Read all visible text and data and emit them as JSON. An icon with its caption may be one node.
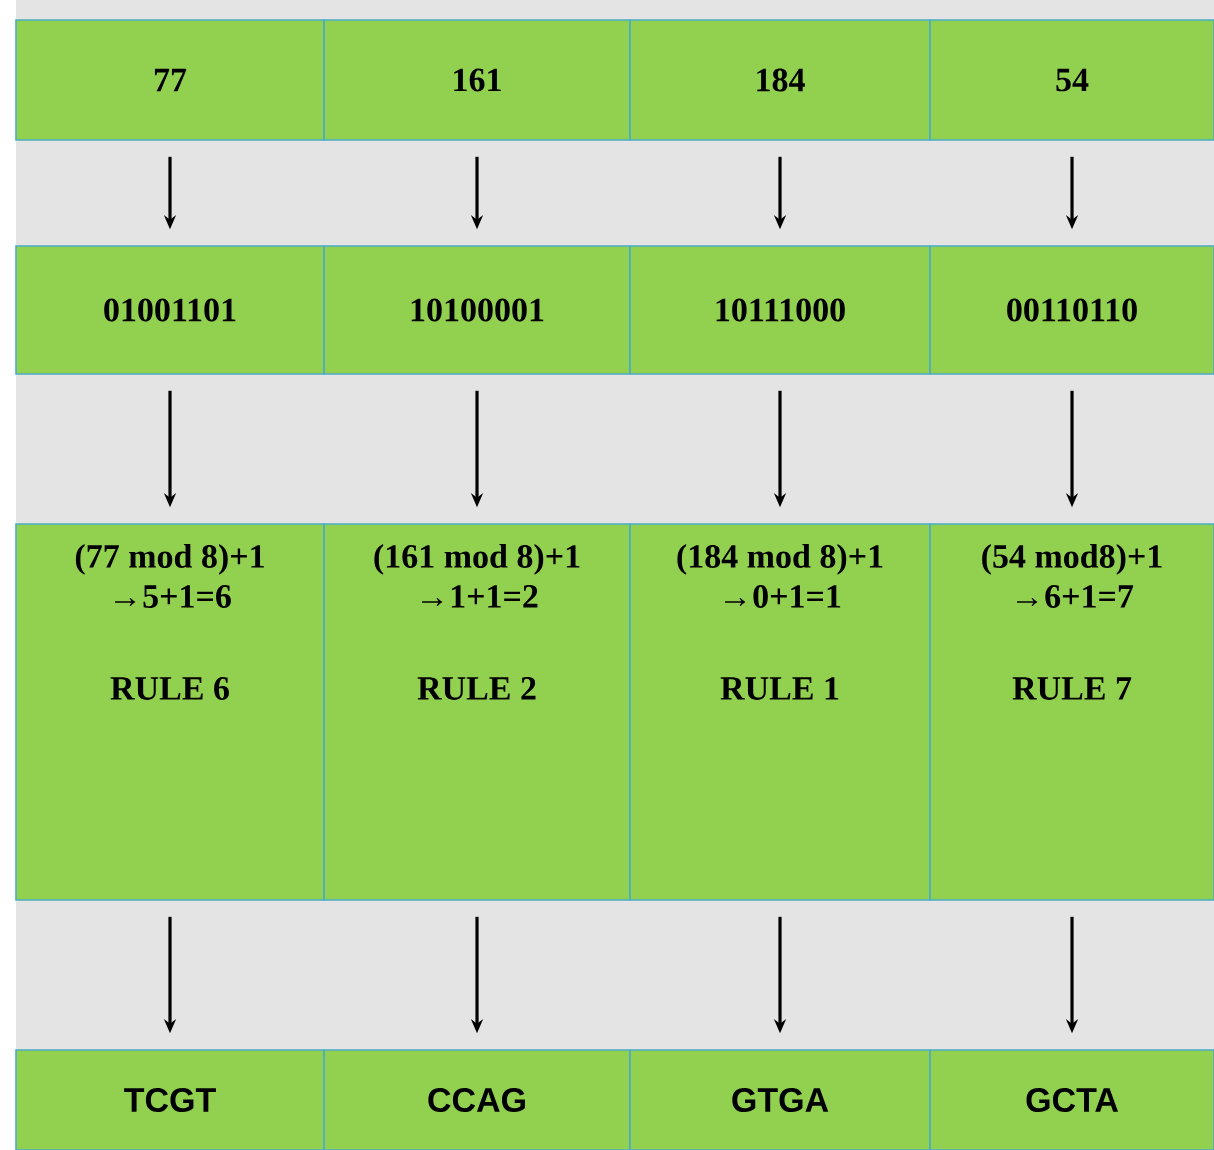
{
  "diagram": {
    "nodes": [
      {
        "text": [
          "77"
        ]
      },
      {
        "text": [
          "161"
        ]
      },
      {
        "text": [
          "184"
        ]
      },
      {
        "text": [
          "54"
        ]
      },
      {
        "text": [
          "01001101"
        ]
      },
      {
        "text": [
          "10100001"
        ]
      },
      {
        "text": [
          "10111000"
        ]
      },
      {
        "text": [
          "00110110"
        ]
      },
      {
        "text": [
          "(77 mod 8)+1 →5+1=6",
          "RULE 6"
        ]
      },
      {
        "text": [
          "(161 mod 8)+1 →1+1=2",
          "RULE 2"
        ]
      },
      {
        "text": [
          "(184 mod 8)+1 →0+1=1",
          "RULE 1"
        ]
      },
      {
        "text": [
          "(54 mod8)+1 →6+1=7",
          "RULE 7"
        ]
      },
      {
        "text": [
          "TCGT"
        ]
      },
      {
        "text": [
          "CCAG"
        ]
      },
      {
        "text": [
          "GTGA"
        ]
      },
      {
        "text": [
          "GCTA"
        ]
      }
    ],
    "edges": [
      {
        "from": 0,
        "to": 4,
        "arrow": "to"
      },
      {
        "from": 1,
        "to": 5,
        "arrow": "to"
      },
      {
        "from": 2,
        "to": 6,
        "arrow": "to"
      },
      {
        "from": 3,
        "to": 7,
        "arrow": "to"
      },
      {
        "from": 4,
        "to": 8,
        "arrow": "to"
      },
      {
        "from": 5,
        "to": 9,
        "arrow": "to"
      },
      {
        "from": 6,
        "to": 10,
        "arrow": "to"
      },
      {
        "from": 7,
        "to": 11,
        "arrow": "to"
      },
      {
        "from": 8,
        "to": 12,
        "arrow": "to"
      },
      {
        "from": 9,
        "to": 13,
        "arrow": "to"
      },
      {
        "from": 10,
        "to": 14,
        "arrow": "to"
      },
      {
        "from": 11,
        "to": 15,
        "arrow": "to"
      }
    ]
  }
}
